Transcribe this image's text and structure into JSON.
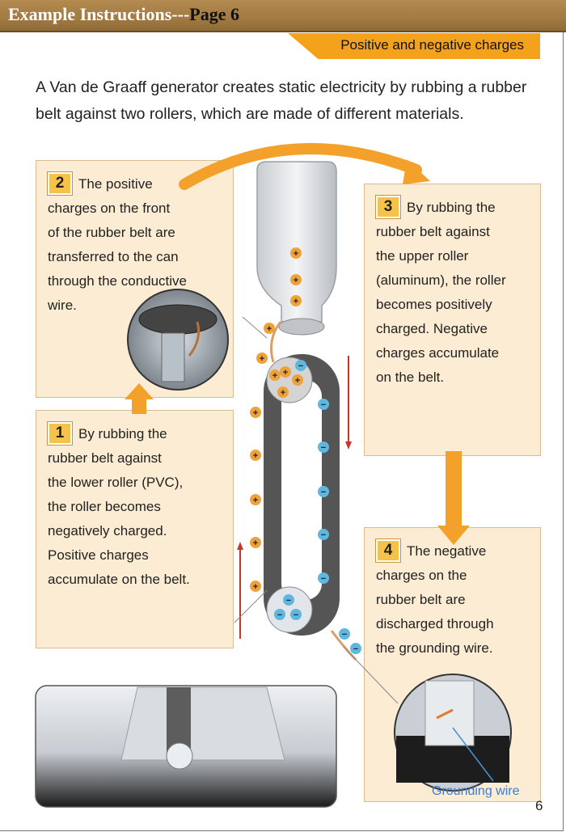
{
  "header": {
    "title": "Example Instructions---",
    "page_label": "Page 6"
  },
  "section_tab": "Positive and negative charges",
  "intro_text": "A Van de Graaff generator creates static electricity by rubbing a rubber belt against two rollers, which are made of different materials.",
  "steps": [
    {
      "number": "1",
      "text": "By rubbing the\nrubber belt against\nthe lower roller (PVC),\nthe roller becomes\nnegatively charged.\nPositive charges\naccumulate on the belt."
    },
    {
      "number": "2",
      "text": "The positive\ncharges on the front\nof the rubber belt are\ntransferred to the can\nthrough the conductive\nwire."
    },
    {
      "number": "3",
      "text": "By rubbing the\nrubber belt against\nthe upper roller\n(aluminum), the roller\nbecomes positively\ncharged. Negative\ncharges accumulate\non the belt."
    },
    {
      "number": "4",
      "text": "The negative\ncharges on the\nrubber belt are\ndischarged through\nthe grounding wire."
    }
  ],
  "grounding_label": "Grounding wire",
  "page_number": "6",
  "symbols": {
    "plus": "+",
    "minus": "−"
  },
  "colors": {
    "header_bg": "#a27a42",
    "tab_bg": "#f4a21c",
    "box_bg": "#fbecd3",
    "arrow": "#f3a12a",
    "positive": "#f0a23a",
    "negative": "#5fb7e0",
    "belt": "#555555",
    "ground_label": "#3b7bd6"
  }
}
